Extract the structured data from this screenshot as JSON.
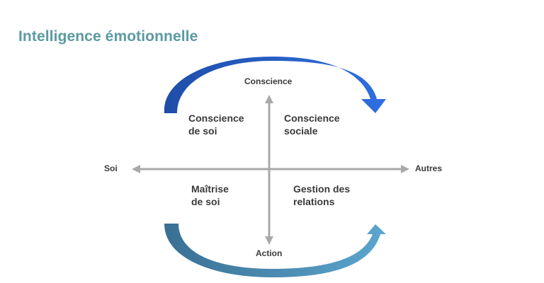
{
  "title": "Intelligence émotionnelle",
  "axes": {
    "top": "Conscience",
    "bottom": "Action",
    "left": "Soi",
    "right": "Autres"
  },
  "quadrants": {
    "top_left": [
      "Conscience",
      "de soi"
    ],
    "top_right": [
      "Conscience",
      "sociale"
    ],
    "bottom_left": [
      "Maîtrise",
      "de soi"
    ],
    "bottom_right": [
      "Gestion des",
      "relations"
    ]
  },
  "colors": {
    "title": "#5b9aa0",
    "axis": "#a9a9a9",
    "top_arrow_start": "#1f4ea8",
    "top_arrow_end": "#2f6fe0",
    "bottom_arrow_start": "#3a6f92",
    "bottom_arrow_end": "#5ba6cf"
  }
}
